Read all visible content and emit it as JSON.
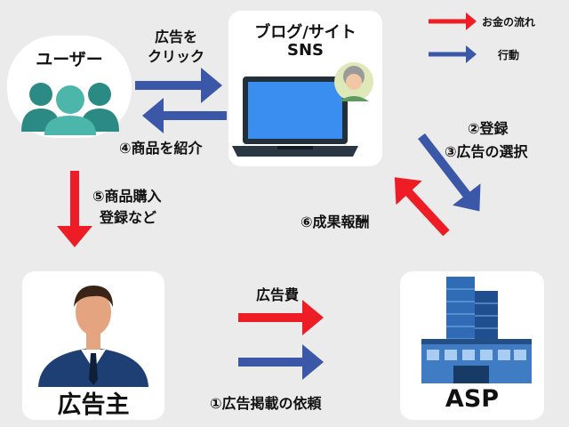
{
  "colors": {
    "money_arrow": "#ee1c25",
    "action_arrow": "#3a57a8",
    "people": "#2c8a85",
    "people_light": "#4cb6ab",
    "suit": "#1d3f73",
    "building": "#2f6cb5",
    "card_bg": "#ffffff",
    "page_bg": "#ebebeb"
  },
  "legend": {
    "money": "お金の流れ",
    "action": "行動"
  },
  "nodes": {
    "user": {
      "label": "ユーザー",
      "icon": "users-group-icon"
    },
    "blog": {
      "label_line1": "ブログ/サイト",
      "label_line2": "SNS",
      "icon": "laptop-icon"
    },
    "advertiser": {
      "label": "広告主",
      "icon": "businessman-icon"
    },
    "asp": {
      "label": "ASP",
      "icon": "office-building-icon"
    }
  },
  "flows": {
    "click_ad": {
      "line1": "広告を",
      "line2": "クリック"
    },
    "introduce": "④商品を紹介",
    "purchase": {
      "line1": "⑤商品購入",
      "line2": "登録など"
    },
    "register": {
      "line1": "②登録",
      "line2": "③広告の選択"
    },
    "reward": "⑥成果報酬",
    "ad_fee": "広告費",
    "request": "①広告掲載の依頼"
  }
}
